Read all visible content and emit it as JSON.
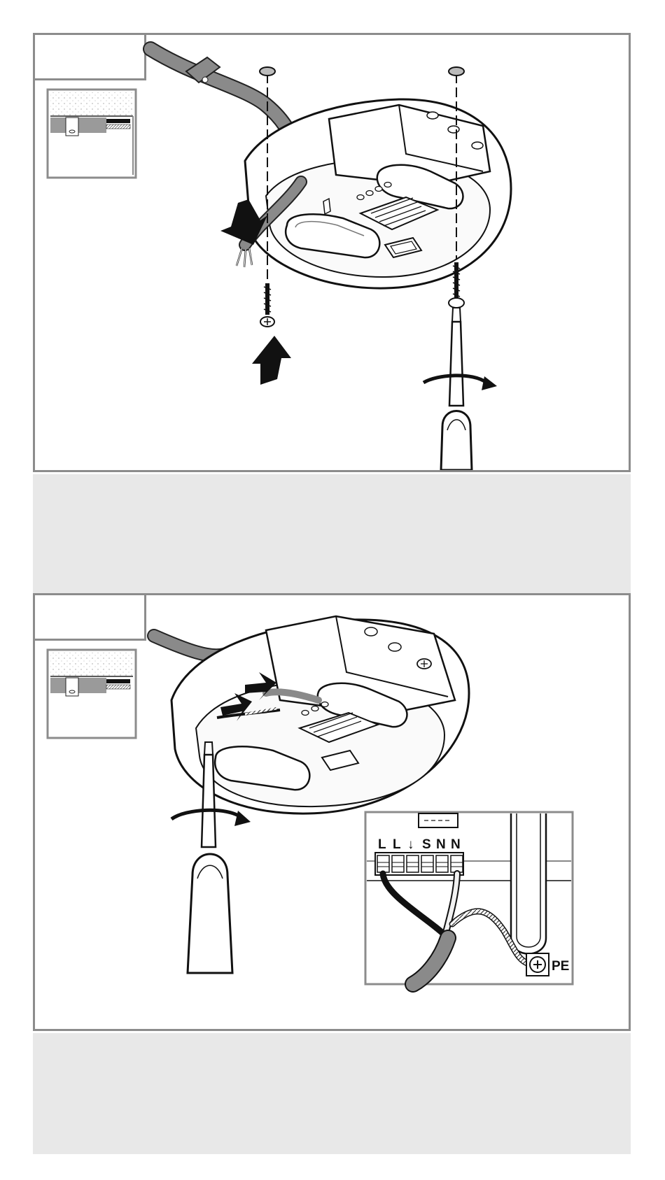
{
  "panels": [
    {
      "id": "mounting-step",
      "step_number": "",
      "illustration": "ceiling-base-mounting-with-screws",
      "icons": [
        "cable-icon",
        "screw-icon",
        "screwdriver-icon",
        "arrow-up-icon",
        "arrow-down-icon",
        "ceiling-detail-icon"
      ]
    },
    {
      "id": "wiring-step",
      "step_number": "",
      "illustration": "wire-connection-to-terminal-block",
      "terminal_labels": [
        "L",
        "L",
        "↓",
        "S",
        "N",
        "N"
      ],
      "ground_label": "PE",
      "icons": [
        "cable-icon",
        "screwdriver-icon",
        "arrow-left-icon",
        "rotate-arrow-icon",
        "ceiling-detail-icon",
        "ground-screw-icon"
      ]
    }
  ],
  "colors": {
    "frame": "#8c8c8c",
    "band": "#e8e8e8",
    "cable_gray": "#8a8a8a",
    "ink": "#111111"
  }
}
